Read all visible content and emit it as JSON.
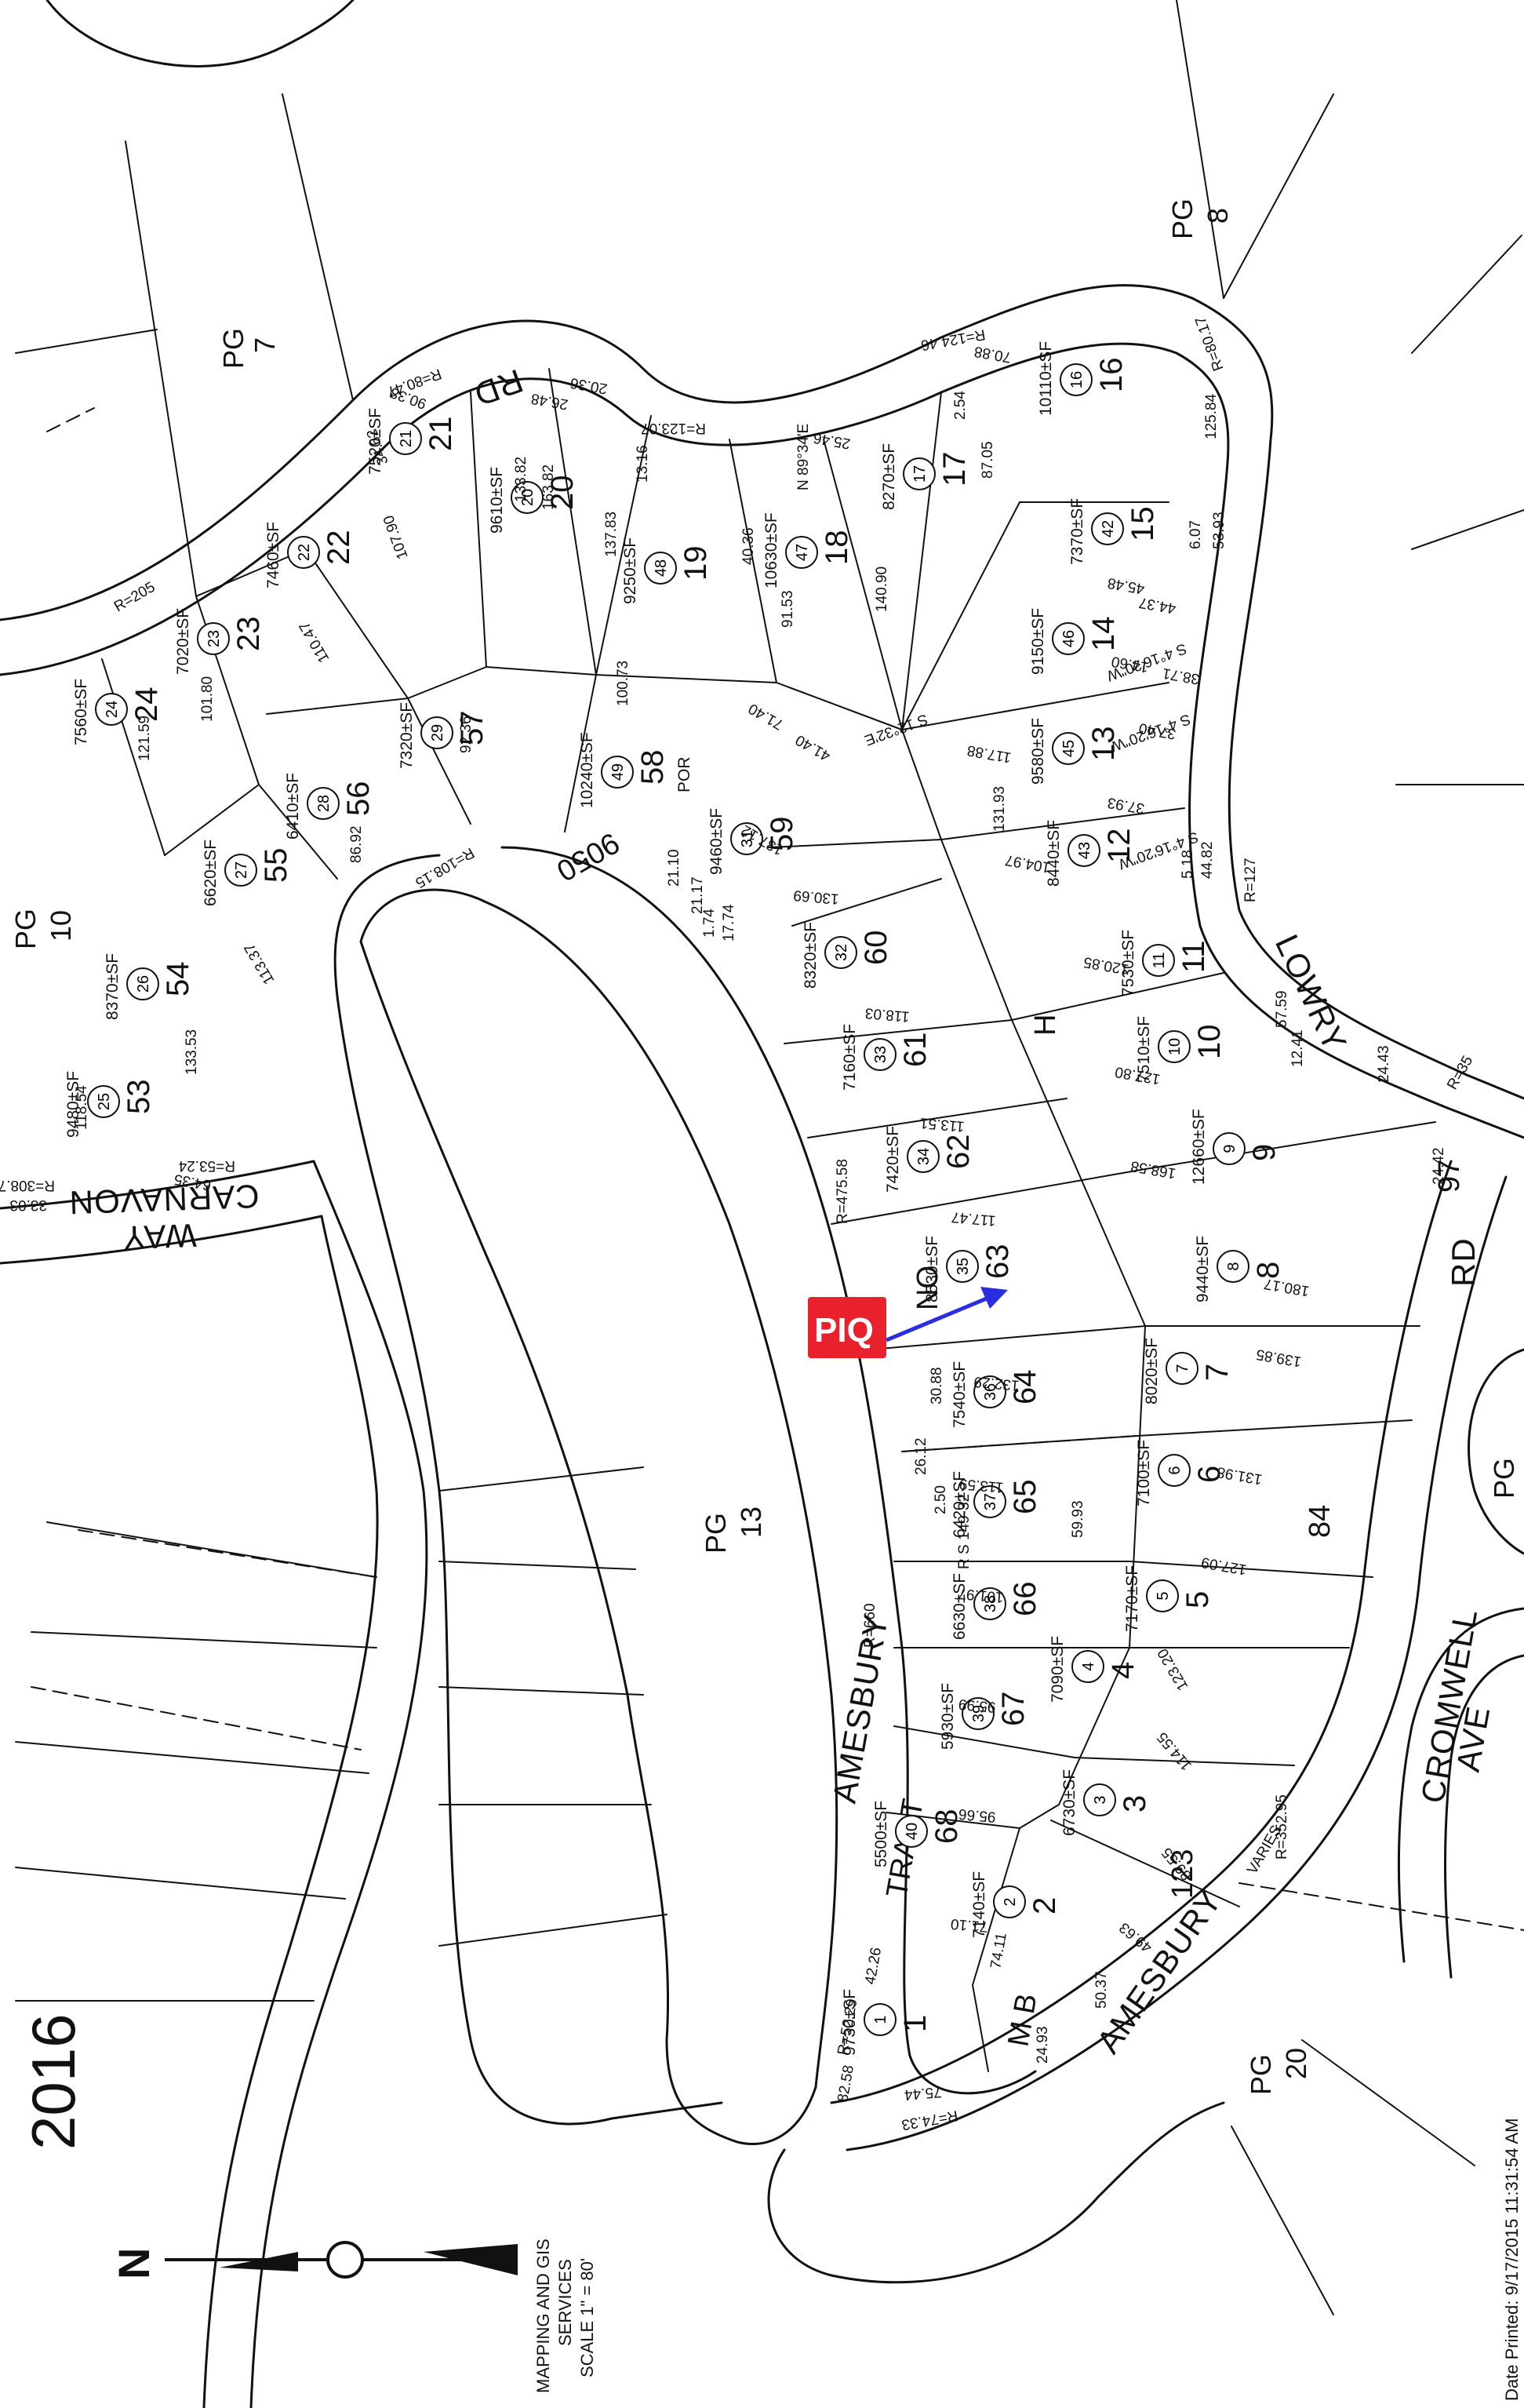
{
  "marker": {
    "label": "PIQ",
    "box_color": "#e8212c",
    "arrow_color": "#2a2ee0"
  },
  "streets": {
    "amesbury_1": "AMESBURY",
    "amesbury_2": "AMESBURY",
    "lowry": "LOWRY",
    "rd_top": "RD",
    "rd_right": "RD",
    "carnavon": "CARNAVON",
    "way": "WAY",
    "cromwell": "CROMWELL",
    "ave": "AVE"
  },
  "tract": {
    "tract_word": "TRACT",
    "no_word": "NO",
    "h_word": "H",
    "number": "9050",
    "mb_word": "M B"
  },
  "page_refs": {
    "pg7": "PG",
    "pg7_num": "7",
    "pg8": "PG",
    "pg8_num": "8",
    "pg10": "PG",
    "pg10_num": "10",
    "pg13": "PG",
    "pg13_num": "13",
    "pg20": "PG",
    "pg20_num": "20",
    "pg_right": "PG"
  },
  "lots": [
    {
      "id": "l1",
      "lot": "1",
      "circle": "1",
      "sf": "9730±SF"
    },
    {
      "id": "l2",
      "lot": "2",
      "circle": "2",
      "sf": "7140±SF"
    },
    {
      "id": "l3",
      "lot": "3",
      "circle": "3",
      "sf": "6730±SF"
    },
    {
      "id": "l4",
      "lot": "4",
      "circle": "4",
      "sf": "7090±SF"
    },
    {
      "id": "l5",
      "lot": "5",
      "circle": "5",
      "sf": "7170±SF"
    },
    {
      "id": "l6",
      "lot": "6",
      "circle": "6",
      "sf": "7100±SF"
    },
    {
      "id": "l7",
      "lot": "7",
      "circle": "7",
      "sf": "8020±SF"
    },
    {
      "id": "l8",
      "lot": "8",
      "circle": "8",
      "sf": "9440±SF"
    },
    {
      "id": "l9",
      "lot": "9",
      "circle": "9",
      "sf": "12660±SF"
    },
    {
      "id": "l10",
      "lot": "10",
      "circle": "10",
      "sf": "7510±SF"
    },
    {
      "id": "l11",
      "lot": "11",
      "circle": "11",
      "sf": "7530±SF"
    },
    {
      "id": "l12",
      "lot": "12",
      "circle": "43",
      "sf": "8440±SF"
    },
    {
      "id": "l13",
      "lot": "13",
      "circle": "45",
      "sf": "9580±SF"
    },
    {
      "id": "l14",
      "lot": "14",
      "circle": "46",
      "sf": "9150±SF"
    },
    {
      "id": "l15",
      "lot": "15",
      "circle": "42",
      "sf": "7370±SF"
    },
    {
      "id": "l16",
      "lot": "16",
      "circle": "16",
      "sf": "10110±SF"
    },
    {
      "id": "l17",
      "lot": "17",
      "circle": "17",
      "sf": "8270±SF"
    },
    {
      "id": "l18",
      "lot": "18",
      "circle": "47",
      "sf": "10630±SF"
    },
    {
      "id": "l19",
      "lot": "19",
      "circle": "48",
      "sf": "9250±SF"
    },
    {
      "id": "l20",
      "lot": "20",
      "circle": "20",
      "sf": "9610±SF"
    },
    {
      "id": "l21",
      "lot": "21",
      "circle": "21",
      "sf": "7520±SF"
    },
    {
      "id": "l22",
      "lot": "22",
      "circle": "22",
      "sf": "7460±SF"
    },
    {
      "id": "l23",
      "lot": "23",
      "circle": "23",
      "sf": "7020±SF"
    },
    {
      "id": "l24",
      "lot": "24",
      "circle": "24",
      "sf": "7560±SF"
    },
    {
      "id": "l53",
      "lot": "53",
      "circle": "25",
      "sf": "9480±SF"
    },
    {
      "id": "l54",
      "lot": "54",
      "circle": "26",
      "sf": "8370±SF"
    },
    {
      "id": "l55",
      "lot": "55",
      "circle": "27",
      "sf": "6620±SF"
    },
    {
      "id": "l56",
      "lot": "56",
      "circle": "28",
      "sf": "6410±SF"
    },
    {
      "id": "l57",
      "lot": "57",
      "circle": "29",
      "sf": "7320±SF"
    },
    {
      "id": "l58",
      "lot": "58",
      "circle": "49",
      "sf": "10240±SF",
      "note": "POR"
    },
    {
      "id": "l59",
      "lot": "59",
      "circle": "31",
      "sf": "9460±SF"
    },
    {
      "id": "l60",
      "lot": "60",
      "circle": "32",
      "sf": "8320±SF"
    },
    {
      "id": "l61",
      "lot": "61",
      "circle": "33",
      "sf": "7160±SF"
    },
    {
      "id": "l62",
      "lot": "62",
      "circle": "34",
      "sf": "7420±SF"
    },
    {
      "id": "l63",
      "lot": "63",
      "circle": "35",
      "sf": "8530±SF"
    },
    {
      "id": "l64",
      "lot": "64",
      "circle": "36",
      "sf": "7540±SF"
    },
    {
      "id": "l65",
      "lot": "65",
      "circle": "37",
      "sf": "6420±SF"
    },
    {
      "id": "l66",
      "lot": "66",
      "circle": "38",
      "sf": "6630±SF"
    },
    {
      "id": "l67",
      "lot": "67",
      "circle": "39",
      "sf": "5930±SF"
    },
    {
      "id": "l68",
      "lot": "68",
      "circle": "40",
      "sf": "5500±SF"
    }
  ],
  "big_numbers": {
    "n97": "97",
    "n84": "84",
    "n123": "123"
  },
  "dims": {
    "r205": "R=205",
    "r8047": "R=80.47",
    "r12307": "R=123.07",
    "r12446": "R=124.46",
    "r8017": "R=80.17",
    "r127": "R=127",
    "r10815": "R=108.15",
    "r47558": "R=475.58",
    "r660": "R=660",
    "r5324": "R=53.24",
    "r30873": "R=308.73",
    "r35295": "R=352.95",
    "r35": "R=35",
    "r7433": "R=74.33",
    "r52": "R=52.29",
    "rs": "R S 149-32",
    "bearing1": "N 89°34'E",
    "bearing2": "S 12°32'E",
    "bearing3": "S 4°16'20\"W",
    "bearing4": "S 4°16'20\"W",
    "bearing5": "S 4°16'20\"W",
    "varies": "VARIES",
    "d1": "121.59",
    "d2": "101.80",
    "d3": "110.47",
    "d4": "107.90",
    "d5": "34.62",
    "d6": "90.38",
    "d7": "133.82",
    "d8": "163.82",
    "d9": "137.83",
    "d10": "13.16",
    "d11": "26.48",
    "d12": "20.36",
    "d13": "40.36",
    "d14": "91.53",
    "d15": "140.90",
    "d16": "25.46",
    "d17": "2.54",
    "d18": "87.05",
    "d19": "70.88",
    "d20": "125.84",
    "d21": "53.93",
    "d22": "6.07",
    "d23": "45.48",
    "d24": "44.37",
    "d25": "14.60",
    "d26": "38.71",
    "d27": "37.40",
    "d28": "117.88",
    "d29": "131.93",
    "d30": "37.93",
    "d31": "104.97",
    "d32": "44.82",
    "d33": "5.18",
    "d34": "120.85",
    "d35": "57.59",
    "d36": "12.41",
    "d37": "127.80",
    "d38": "168.58",
    "d39": "24.43",
    "d40": "24.42",
    "d41": "180.17",
    "d42": "139.85",
    "d43": "131.98",
    "d44": "127.09",
    "d45": "123.20",
    "d46": "114.55",
    "d47": "89.55",
    "d48": "49.63",
    "d49": "50.37",
    "d50": "24.93",
    "d51": "74.11",
    "d52": "75.44",
    "d53": "82.58",
    "d54": "42.26",
    "d55": "71.10",
    "d56": "95.66",
    "d57": "95.99",
    "d58": "101.97",
    "d59": "113.59",
    "d60": "59.93",
    "d61": "132.29",
    "d62": "30.88",
    "d63": "26.12",
    "d64": "2.50",
    "d65": "117.47",
    "d66": "113.51",
    "d67": "118.03",
    "d68": "130.69",
    "d69": "137.12",
    "d70": "41.40",
    "d71": "71.40",
    "d72": "100.73",
    "d73": "92.36",
    "d74": "86.92",
    "d75": "113.37",
    "d76": "133.53",
    "d77": "118.54",
    "d78": "64.35",
    "d79": "33.03",
    "d80": "21.10",
    "d81": "21.17",
    "d82": "1.74",
    "d83": "17.74"
  },
  "footer": {
    "mapping_1": "MAPPING AND GIS",
    "mapping_2": "SERVICES",
    "mapping_3": "SCALE 1\" = 80'",
    "year": "2016",
    "date_printed": "Date Printed: 9/17/2015 11:31:54 AM",
    "north": "N"
  }
}
